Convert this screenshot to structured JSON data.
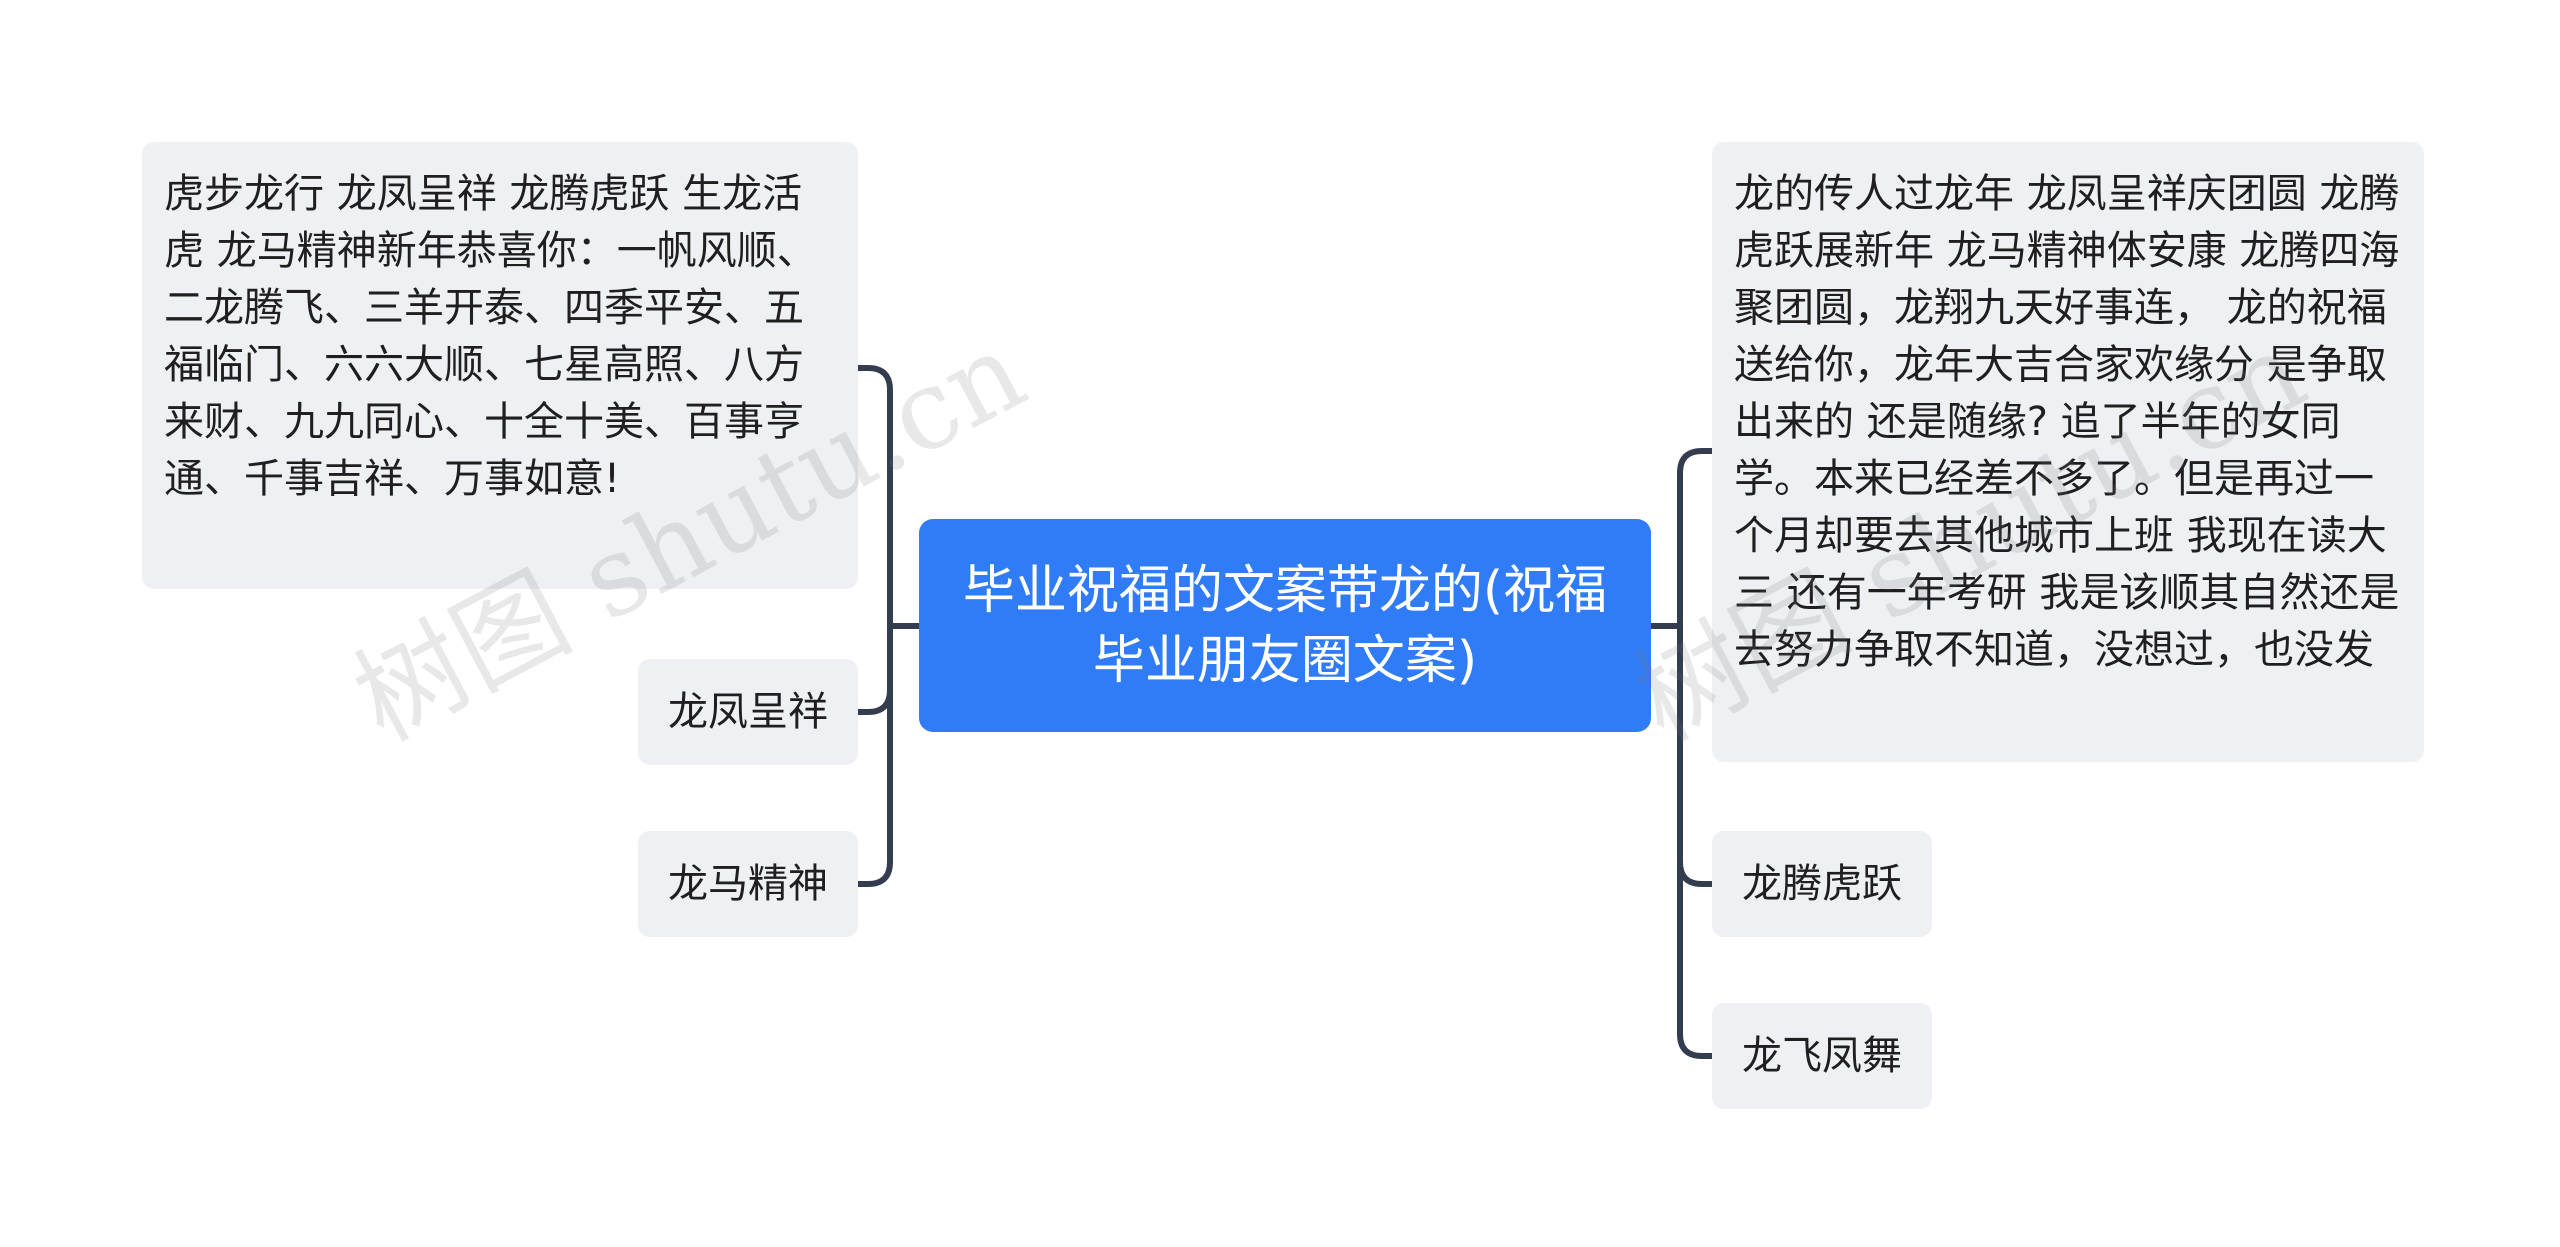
{
  "root": {
    "title": "毕业祝福的文案带龙的(祝福毕业朋友圈文案)"
  },
  "left": [
    {
      "text": "虎步龙行 龙凤呈祥 龙腾虎跃 生龙活虎 龙马精神新年恭喜你：一帆风顺、二龙腾飞、三羊开泰、四季平安、五福临门、六六大顺、七星高照、八方来财、九九同心、十全十美、百事亨通、千事吉祥、万事如意!"
    },
    {
      "text": "龙凤呈祥"
    },
    {
      "text": "龙马精神"
    }
  ],
  "right": [
    {
      "text": "龙的传人过龙年 龙凤呈祥庆团圆 龙腾虎跃展新年 龙马精神体安康 龙腾四海聚团圆，龙翔九天好事连， 龙的祝福送给你，龙年大吉合家欢缘分 是争取出来的 还是随缘? 追了半年的女同学。本来已经差不多了。但是再过一个月却要去其他城市上班 我现在读大三 还有一年考研 我是该顺其自然还是去努力争取不知道，没想过，也没发"
    },
    {
      "text": "龙腾虎跃"
    },
    {
      "text": "龙飞凤舞"
    }
  ],
  "watermarks": [
    "树图 shutu.cn",
    "树图 shutu.cn"
  ],
  "colors": {
    "root_fill": "#2f7cf6",
    "node_fill": "#eef0f3",
    "connector": "#333d4f"
  }
}
